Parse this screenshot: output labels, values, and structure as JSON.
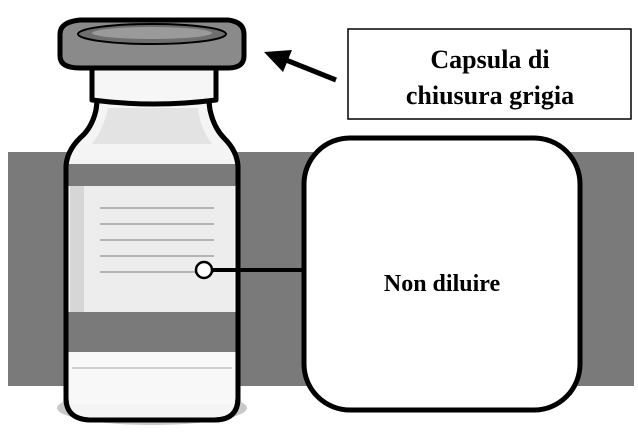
{
  "callouts": {
    "cap_label_line1": "Capsula di",
    "cap_label_line2": "chiusura grigia",
    "vial_label_text": "Non diluire"
  },
  "colors": {
    "background": "#ffffff",
    "band": "#7a7a7a",
    "vial_glass": "#f2f2f2",
    "cap": "#8a8a8a",
    "outline": "#000000"
  },
  "icons": {
    "arrow": "arrow-pointing-to-cap-icon",
    "connector": "connector-dot-icon"
  }
}
